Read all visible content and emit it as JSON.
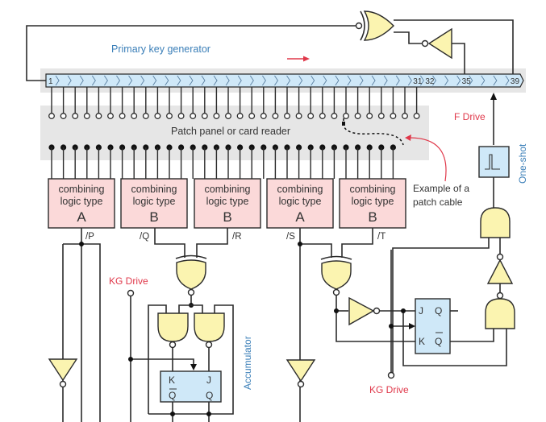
{
  "title": "Primary key generator",
  "register": {
    "stage_count": 39,
    "labeled_stages": [
      "1",
      "31",
      "32",
      "35",
      "39"
    ],
    "tapped_stages_top": [
      35,
      39
    ],
    "shift_direction": "right"
  },
  "patch_panel": {
    "label": "Patch panel or card reader",
    "socket_count": 32,
    "patch_cable_annotation": "Example of a patch cable"
  },
  "combining_logic": [
    {
      "line1": "combining",
      "line2": "logic type",
      "type": "A",
      "output": "/P"
    },
    {
      "line1": "combining",
      "line2": "logic type",
      "type": "B",
      "output": "/Q"
    },
    {
      "line1": "combining",
      "line2": "logic type",
      "type": "B",
      "output": "/R"
    },
    {
      "line1": "combining",
      "line2": "logic type",
      "type": "A",
      "output": "/S"
    },
    {
      "line1": "combining",
      "line2": "logic type",
      "type": "B",
      "output": "/T"
    }
  ],
  "labels": {
    "f_drive": "F Drive",
    "one_shot": "One-shot",
    "kg_drive_left": "KG Drive",
    "kg_drive_right": "KG Drive",
    "accumulator": "Accumulator",
    "patch_example_line1": "Example of a",
    "patch_example_line2": "patch cable"
  },
  "flipflops": {
    "accumulator": {
      "k": "K",
      "j": "J",
      "qbar": "Q",
      "q": "Q"
    },
    "right": {
      "j": "J",
      "q": "Q",
      "k": "K",
      "qbar": "Q"
    }
  },
  "colors": {
    "register_fill": "#cfe8f8",
    "panel_fill": "#e6e6e6",
    "logic_fill": "#fbd9d9",
    "gate_fill": "#fbf4b0",
    "label_blue": "#3b7fb8",
    "label_red": "#e0384a"
  }
}
